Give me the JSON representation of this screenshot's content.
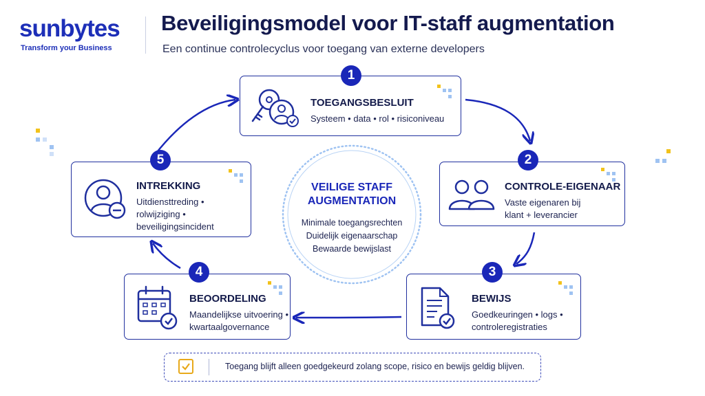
{
  "header": {
    "logo": "sunbytes",
    "tagline": "Transform your Business",
    "title": "Beveiligingsmodel voor IT-staff augmentation",
    "subtitle": "Een continue controlecyclus voor toegang van externe developers"
  },
  "center": {
    "title_line1": "VEILIGE STAFF",
    "title_line2": "AUGMENTATION",
    "lines": [
      "Minimale toegangsrechten",
      "Duidelijk eigenaarschap",
      "Bewaarde bewijslast"
    ]
  },
  "steps": [
    {
      "number": "1",
      "title": "TOEGANGSBESLUIT",
      "desc": [
        "Systeem • data • rol • risiconiveau"
      ],
      "icon": "key-user-icon"
    },
    {
      "number": "2",
      "title": "CONTROLE-EIGENAAR",
      "desc": [
        "Vaste eigenaren bij",
        "klant + leverancier"
      ],
      "icon": "two-users-icon"
    },
    {
      "number": "3",
      "title": "BEWIJS",
      "desc": [
        "Goedkeuringen • logs •",
        "controleregistraties"
      ],
      "icon": "document-check-icon"
    },
    {
      "number": "4",
      "title": "BEOORDELING",
      "desc": [
        "Maandelijkse uitvoering •",
        "kwartaalgovernance"
      ],
      "icon": "calendar-check-icon"
    },
    {
      "number": "5",
      "title": "INTREKKING",
      "desc": [
        "Uitdiensttreding •",
        "rolwijziging •",
        "beveiligingsincident"
      ],
      "icon": "user-remove-icon"
    }
  ],
  "footer": {
    "text": "Toegang blijft alleen goedgekeurd zolang scope, risico en bewijs geldig blijven."
  },
  "colors": {
    "primary": "#1a27b8",
    "border": "#1f2f9e",
    "accent_yellow": "#f2c21b",
    "accent_lightblue": "#9fc3f2"
  }
}
